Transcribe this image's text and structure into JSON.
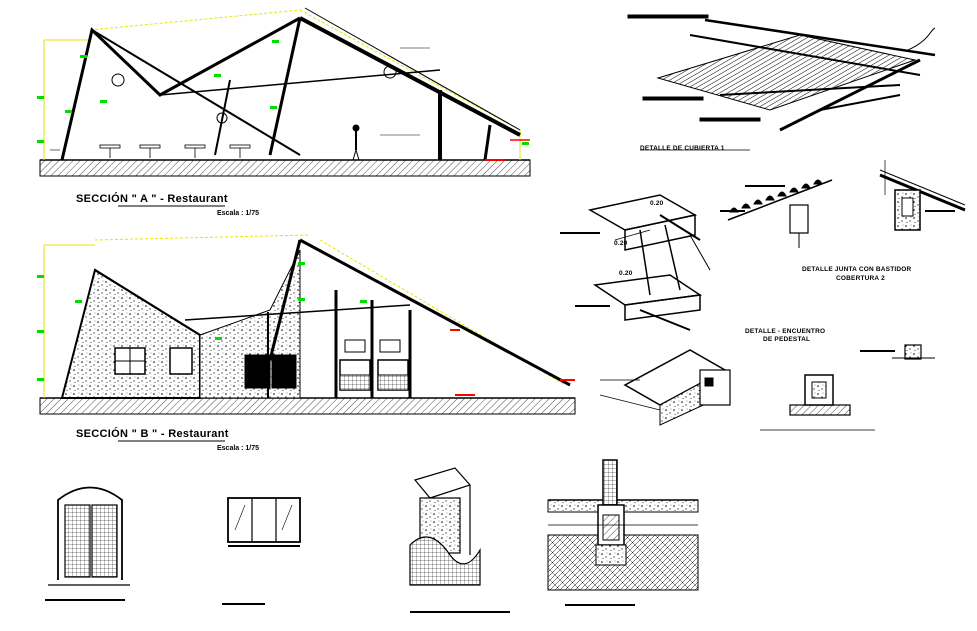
{
  "drawing": {
    "section_a": {
      "title": "SECCIÓN  \" A \" - Restaurant",
      "scale": "Escala : 1/75"
    },
    "section_b": {
      "title": "SECCIÓN  \" B \" - Restaurant",
      "scale": "Escala : 1/75"
    },
    "detail_cubierta_1": "DETALLE  DE  CUBIERTA  1",
    "detail_junta": {
      "line1": "DETALLE JUNTA CON BASTIDOR",
      "line2": "COBERTURA 2"
    },
    "detail_encuentro": {
      "line1": "DETALLE - ENCUENTRO",
      "line2": "DE PEDESTAL"
    },
    "dims": {
      "d1": "0.20",
      "d2": "0.20",
      "d3": "0.20"
    }
  },
  "colors": {
    "line": "#000000",
    "level_marker": "#00dd00",
    "dimension": "#e6e600",
    "accent": "#ff0000"
  }
}
